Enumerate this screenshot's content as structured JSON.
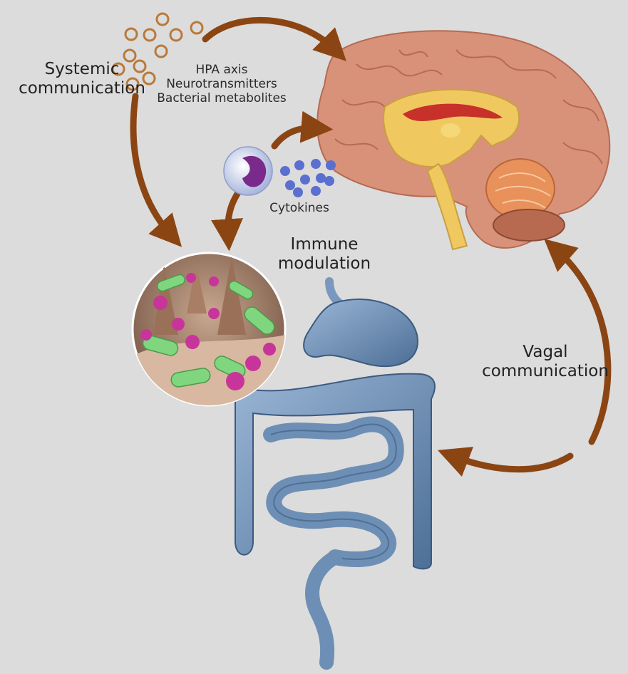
{
  "labels": {
    "systemic_line1": "Systemic",
    "systemic_line2": "communication",
    "factor_1": "HPA axis",
    "factor_2": "Neurotransmitters",
    "factor_3": "Bacterial metabolites",
    "cytokines": "Cytokines",
    "immune_line1": "Immune",
    "immune_line2": "modulation",
    "vagal_line1": "Vagal",
    "vagal_line2": "communication"
  },
  "colors": {
    "background": "#dcdcdc",
    "arrow": "#8b4513",
    "brain": "#d9927a",
    "brain_inner": "#f0c860",
    "cerebellum": "#e8915a",
    "intestine": "#6d8fb5",
    "intestine_dark": "#3c5a80",
    "cytokine_dot": "#5a6fd0",
    "immune_cell_nucleus": "#7a2a8a",
    "bacteria_green": "#7fd67f",
    "bacteria_magenta": "#c8359a"
  }
}
